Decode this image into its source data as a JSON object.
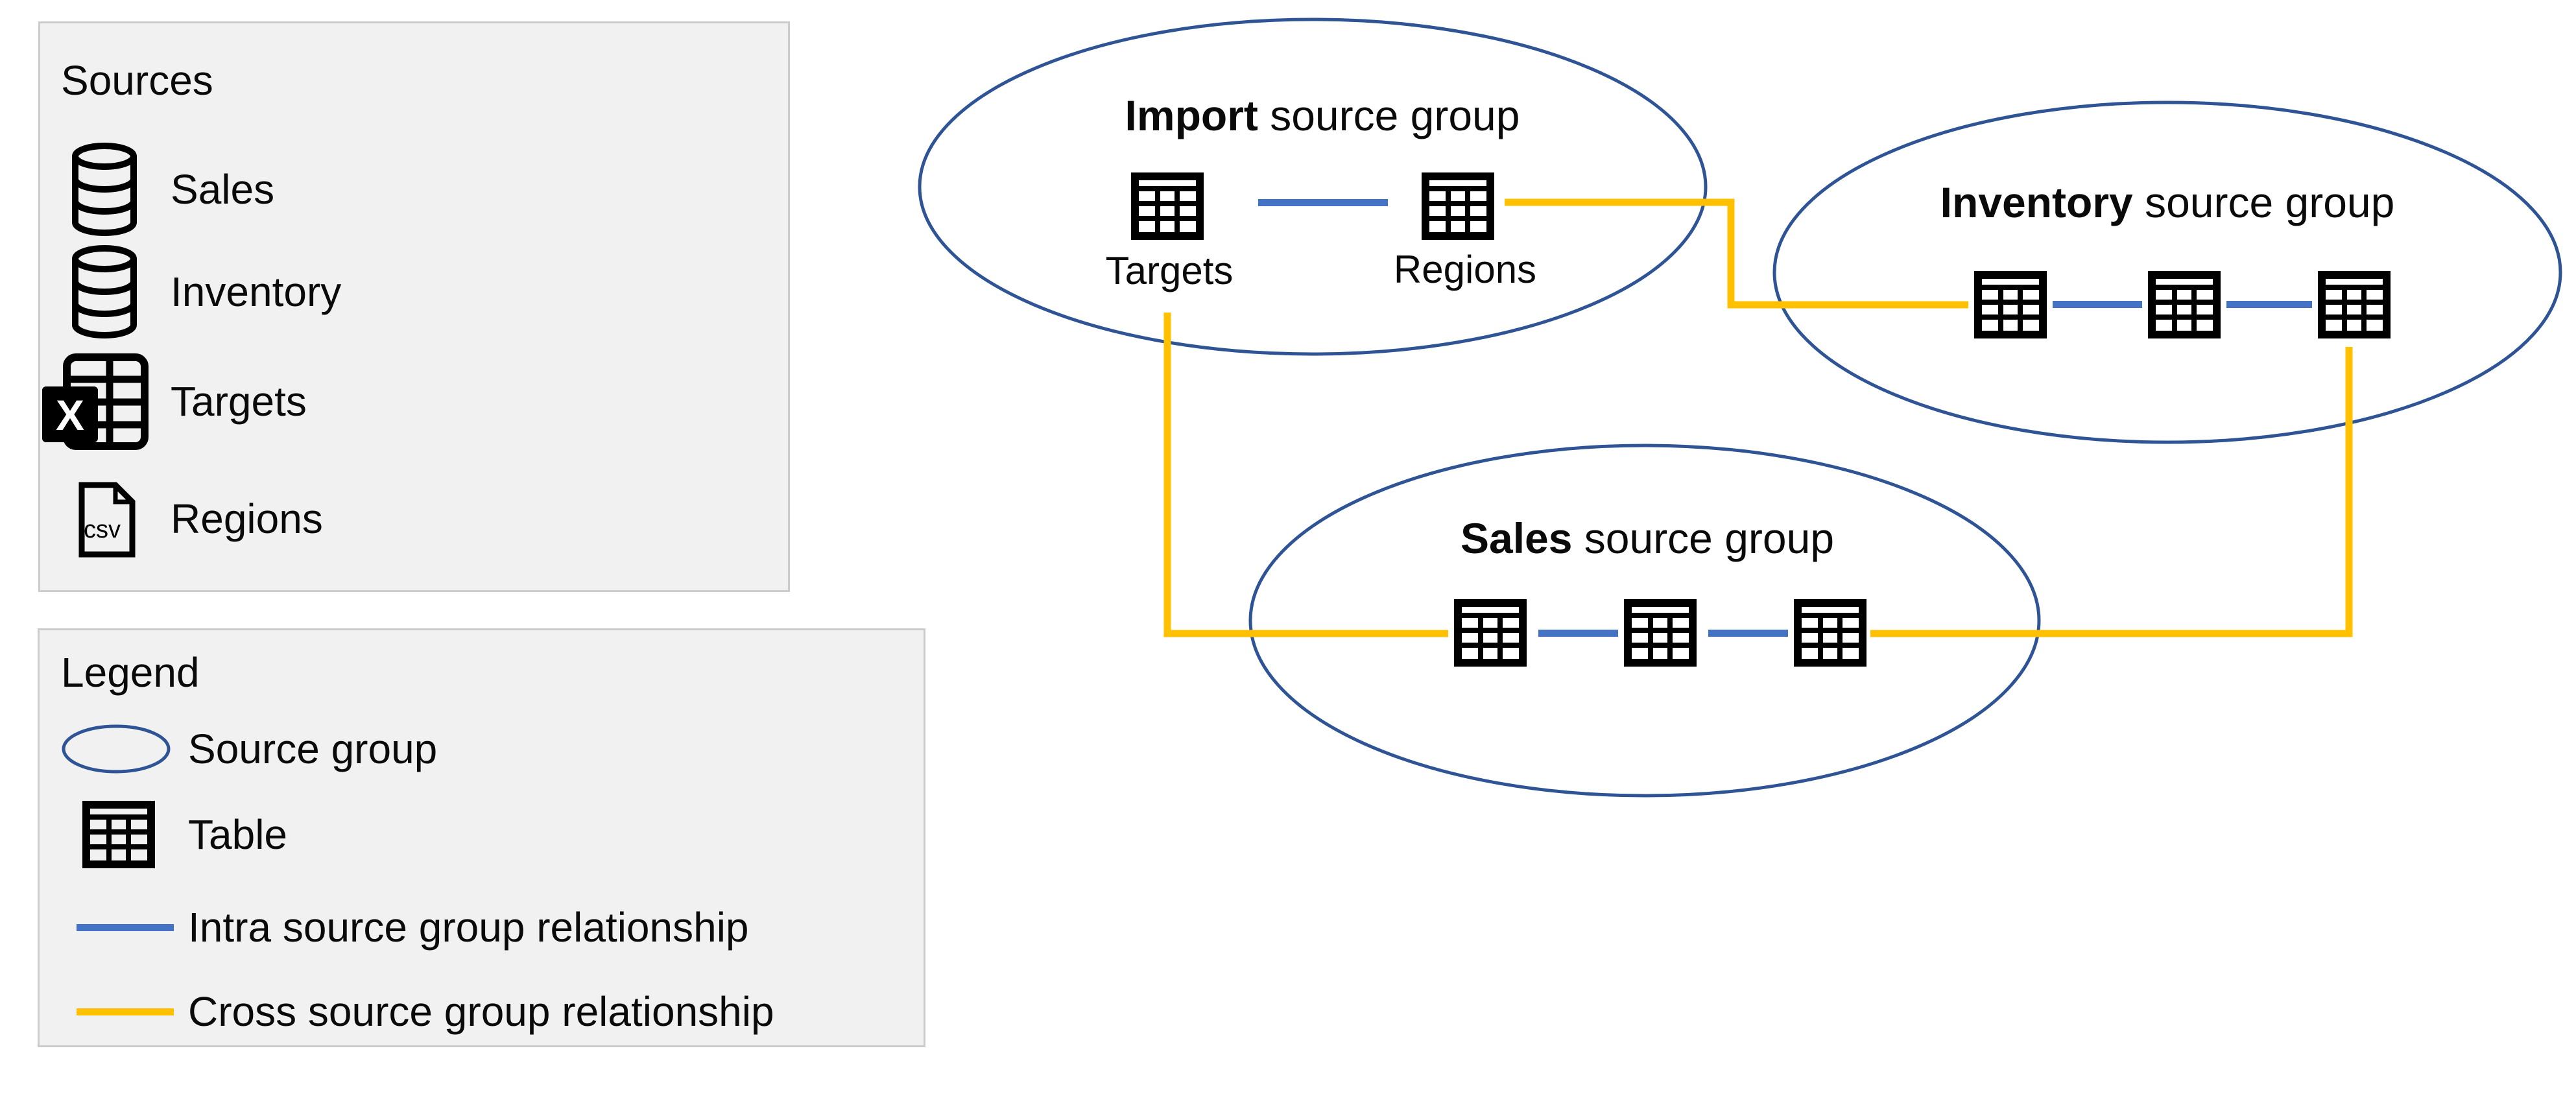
{
  "sources_panel": {
    "title": "Sources",
    "items": [
      {
        "icon": "database-icon",
        "label": "Sales"
      },
      {
        "icon": "database-icon",
        "label": "Inventory"
      },
      {
        "icon": "excel-icon",
        "icon_text": "X",
        "label": "Targets"
      },
      {
        "icon": "csv-file-icon",
        "icon_text": "csv",
        "label": "Regions"
      }
    ]
  },
  "legend_panel": {
    "title": "Legend",
    "items": [
      {
        "icon": "source-group-ellipse-icon",
        "label": "Source group"
      },
      {
        "icon": "table-icon",
        "label": "Table"
      },
      {
        "icon": "intra-relationship-line-icon",
        "label": "Intra source group relationship"
      },
      {
        "icon": "cross-relationship-line-icon",
        "label": "Cross source group relationship"
      }
    ]
  },
  "diagram": {
    "groups": [
      {
        "title_bold": "Import",
        "title_rest": " source group",
        "table_count": 2,
        "table_labels": [
          "Targets",
          "Regions"
        ]
      },
      {
        "title_bold": "Inventory",
        "title_rest": " source group",
        "table_count": 3,
        "table_labels": []
      },
      {
        "title_bold": "Sales",
        "title_rest": " source group",
        "table_count": 3,
        "table_labels": []
      }
    ]
  },
  "colors": {
    "intra_relationship": "#4472C4",
    "cross_relationship": "#FFC000",
    "source_group_outline": "#2F5496",
    "icon_ink": "#000000",
    "panel_background": "#F1F1F1",
    "panel_border": "#CCCCCC",
    "text": "#0A0A0A"
  }
}
